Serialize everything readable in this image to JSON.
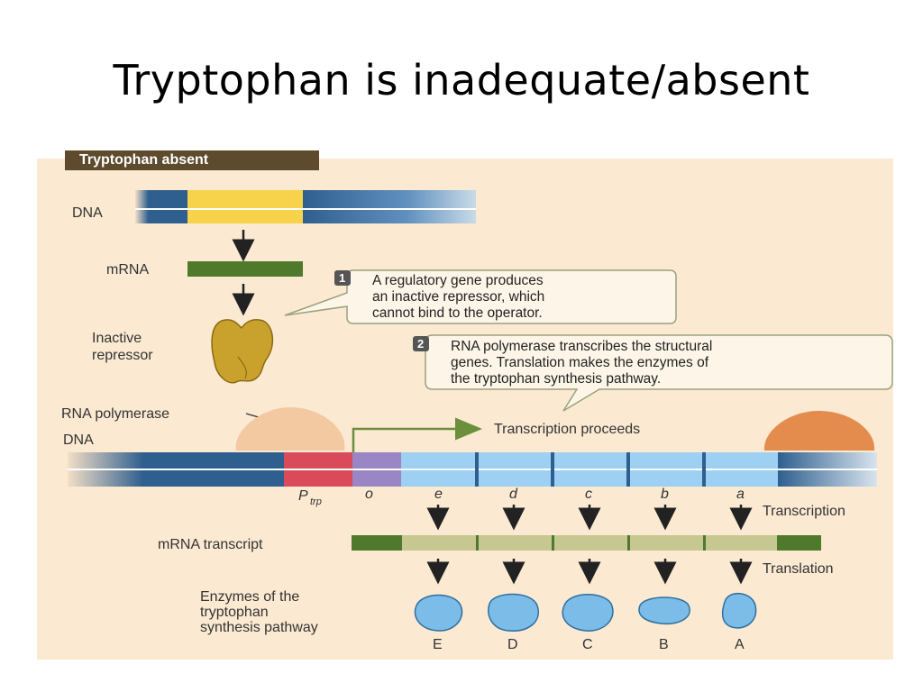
{
  "slide": {
    "title": "Tryptophan is inadequate/absent"
  },
  "panel": {
    "header": "Tryptophan absent"
  },
  "labels": {
    "dna_top": "DNA",
    "mrna_top": "mRNA",
    "inactive_repressor_line1": "Inactive",
    "inactive_repressor_line2": "repressor",
    "rna_polymerase": "RNA polymerase",
    "dna_bottom": "DNA",
    "transcription_proceeds": "Transcription proceeds",
    "promoter_main": "P",
    "promoter_sub": "trp",
    "operator": "o",
    "genes": [
      "e",
      "d",
      "c",
      "b",
      "a"
    ],
    "transcription": "Transcription",
    "mrna_transcript": "mRNA transcript",
    "translation": "Translation",
    "enzymes_line1": "Enzymes of the",
    "enzymes_line2": "tryptophan",
    "enzymes_line3": "synthesis pathway",
    "enzymes": [
      "E",
      "D",
      "C",
      "B",
      "A"
    ]
  },
  "callouts": [
    {
      "number": "1",
      "lines": [
        "A regulatory gene produces",
        "an inactive repressor, which",
        "cannot bind to the operator."
      ]
    },
    {
      "number": "2",
      "lines": [
        "RNA polymerase transcribes the structural",
        "genes. Translation makes the enzymes of",
        "the tryptophan synthesis pathway."
      ]
    }
  ],
  "colors": {
    "panel_bg": "#fbe9d2",
    "header_bg": "#5e4a2c",
    "dna_dark_blue": "#2f5f8f",
    "dna_mid_blue": "#6a9cc8",
    "regulatory_gene_yellow": "#f7d24b",
    "mrna_green": "#4f7a2c",
    "repressor_gold": "#c9a22d",
    "rna_polymerase_peach": "#f2c9a0",
    "ribosome_orange": "#e38c4e",
    "promoter_red": "#d94a5a",
    "operator_purple": "#9a86c4",
    "structural_gene_lightblue": "#9dd0f2",
    "transcript_khaki": "#c7c792",
    "enzyme_blue": "#7bbde8",
    "arrow_green": "#6b8f3a"
  }
}
